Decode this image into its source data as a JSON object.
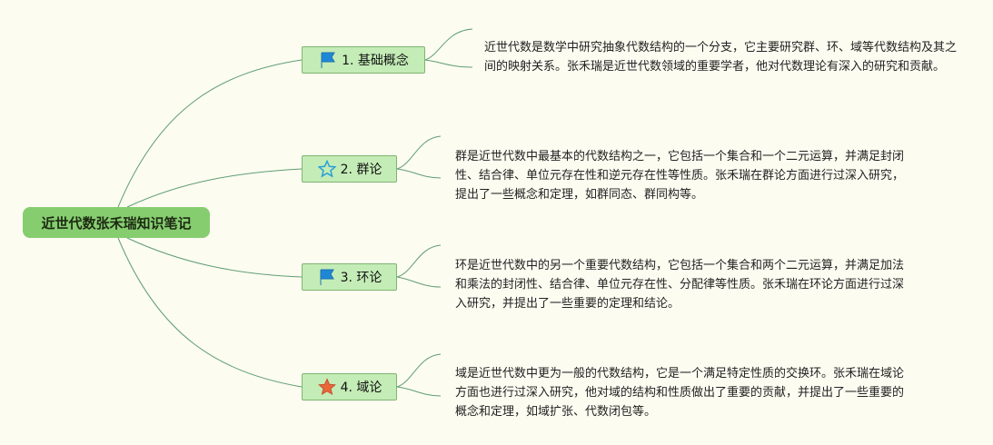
{
  "root": {
    "title": "近世代数张禾瑞知识笔记"
  },
  "topics": [
    {
      "label": "1. 基础概念",
      "icon": "flag-icon",
      "icon_color": "#1e88d6",
      "note": "近世代数是数学中研究抽象代数结构的一个分支，它主要研究群、环、域等代数结构及其之间的映射关系。张禾瑞是近世代数领域的重要学者，他对代数理论有深入的研究和贡献。"
    },
    {
      "label": "2. 群论",
      "icon": "star-outline-icon",
      "icon_color": "#2a9fd8",
      "note": "群是近世代数中最基本的代数结构之一，它包括一个集合和一个二元运算，并满足封闭性、结合律、单位元存在性和逆元存在性等性质。张禾瑞在群论方面进行过深入研究，提出了一些概念和定理，如群同态、群同构等。"
    },
    {
      "label": "3. 环论",
      "icon": "flag-icon",
      "icon_color": "#1e88d6",
      "note": "环是近世代数中的另一个重要代数结构，它包括一个集合和两个二元运算，并满足加法和乘法的封闭性、结合律、单位元存在性、分配律等性质。张禾瑞在环论方面进行过深入研究，并提出了一些重要的定理和结论。"
    },
    {
      "label": "4. 域论",
      "icon": "star-filled-icon",
      "icon_color": "#e8683a",
      "note": "域是近世代数中更为一般的代数结构，它是一个满足特定性质的交换环。张禾瑞在域论方面也进行过深入研究，他对域的结构和性质做出了重要的贡献，并提出了一些重要的概念和定理，如域扩张、代数闭包等。"
    }
  ]
}
